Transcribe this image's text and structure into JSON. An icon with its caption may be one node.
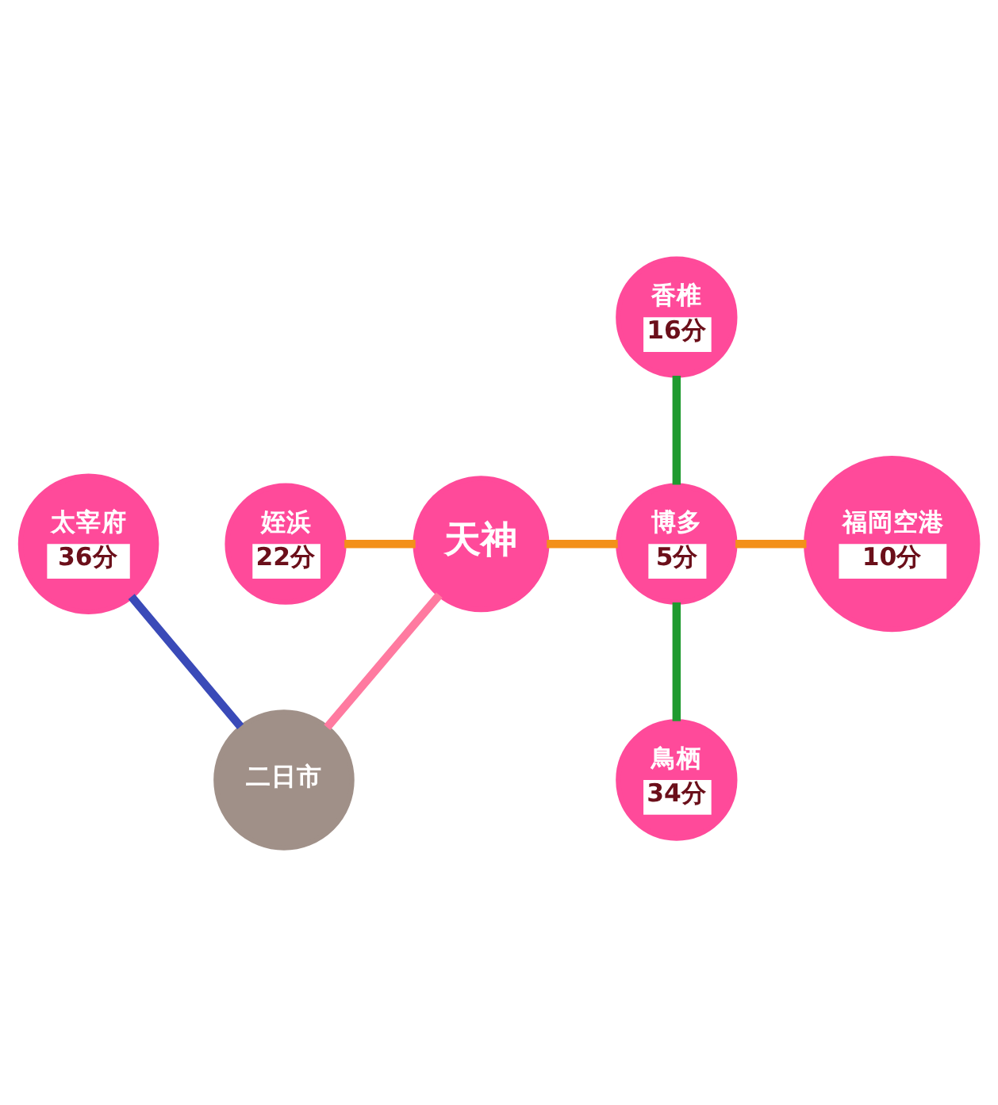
{
  "diagram": {
    "nodes": [
      {
        "text": [
          "香椎",
          "16分"
        ]
      },
      {
        "text": [
          "姪浜",
          "22分"
        ]
      },
      {
        "text": [
          "天神"
        ]
      },
      {
        "text": [
          "博多",
          "5分"
        ]
      },
      {
        "text": [
          "福岡空港",
          "10分"
        ]
      },
      {
        "text": [
          "太宰府",
          "36分"
        ]
      },
      {
        "text": [
          "二日市"
        ]
      },
      {
        "text": [
          "鳥栖",
          "34分"
        ]
      }
    ],
    "edges": [
      {
        "from": 1,
        "to": 2,
        "arrow": "none",
        "color": "#f39019"
      },
      {
        "from": 2,
        "to": 3,
        "arrow": "none",
        "color": "#f39019"
      },
      {
        "from": 3,
        "to": 4,
        "arrow": "none",
        "color": "#f39019"
      },
      {
        "from": 3,
        "to": 0,
        "arrow": "none",
        "color": "#1f9a2f"
      },
      {
        "from": 3,
        "to": 7,
        "arrow": "none",
        "color": "#1f9a2f"
      },
      {
        "from": 2,
        "to": 6,
        "arrow": "none",
        "color": "#ff7aa0"
      },
      {
        "from": 6,
        "to": 5,
        "arrow": "none",
        "color": "#3a4ab8"
      }
    ]
  }
}
